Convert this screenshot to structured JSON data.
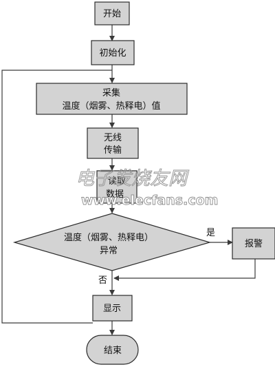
{
  "nodes": {
    "start": "开始",
    "init": "初始化",
    "collect": [
      "采集",
      "温度（烟雾、热释电）值"
    ],
    "wireless": [
      "无线",
      "传输"
    ],
    "read": [
      "读取",
      "数据"
    ],
    "decision": [
      "温度（烟雾、热释电）",
      "异常"
    ],
    "alarm": "报警",
    "display": "显示",
    "end": "结束"
  },
  "edge_labels": {
    "yes": "是",
    "no": "否"
  },
  "watermark": {
    "cn": "电子发烧友网",
    "url": "www.elecfans.com"
  },
  "colors": {
    "node_fill": "#d3d3d3",
    "stroke": "#2b2b2b",
    "line": "#3a3a3a"
  }
}
